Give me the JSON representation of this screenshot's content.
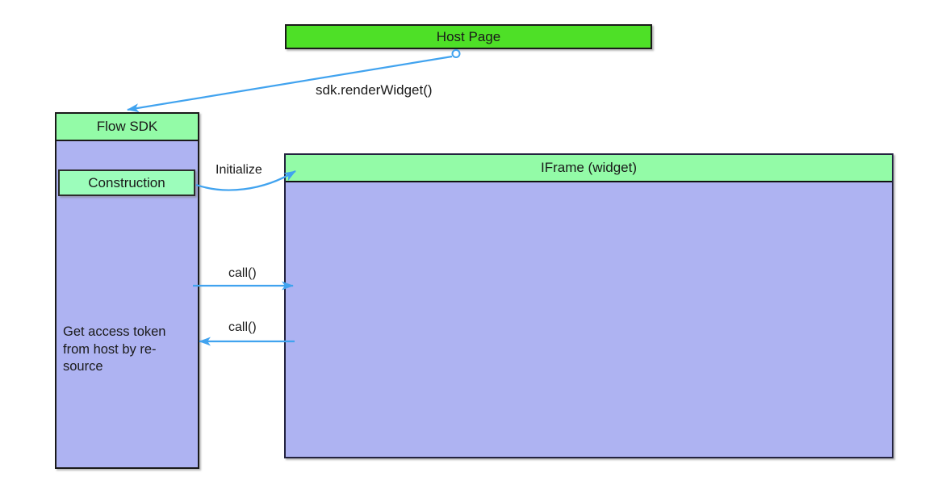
{
  "diagram": {
    "nodes": {
      "host_page": {
        "label": "Host Page",
        "fill": "#4ee027"
      },
      "flow_sdk": {
        "label": "Flow SDK",
        "header_fill": "#93fba7",
        "body_fill": "#aeb3f2",
        "note": "Get access token\nfrom host by re-\nsource"
      },
      "construction": {
        "label": "Construction",
        "fill": "#9cfdbb"
      },
      "iframe_widget": {
        "label": "IFrame (widget)",
        "header_fill": "#93fba7",
        "body_fill": "#aeb3f2"
      }
    },
    "edges": [
      {
        "id": "render_widget",
        "label": "sdk.renderWidget()",
        "from": "host_page",
        "to": "flow_sdk"
      },
      {
        "id": "initialize",
        "label": "Initialize",
        "from": "construction",
        "to": "iframe_widget"
      },
      {
        "id": "call_to_iframe",
        "label": "call()",
        "from": "flow_sdk",
        "to": "iframe_widget"
      },
      {
        "id": "call_to_sdk",
        "label": "call()",
        "from": "iframe_widget",
        "to": "flow_sdk"
      }
    ],
    "colors": {
      "arrow_blue": "#41a3ef",
      "bright_green": "#4ee027",
      "mint_green": "#93fba7",
      "construction_green": "#9cfdbb",
      "lavender": "#aeb3f2",
      "border": "#1a1a1a",
      "background": "#ffffff"
    }
  }
}
